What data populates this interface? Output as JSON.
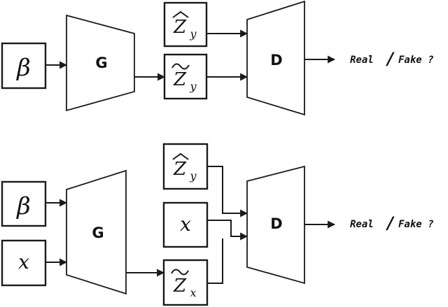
{
  "top": {
    "input_beta": "β",
    "generator": "G",
    "discriminator": "D",
    "z_hat_y": "Z",
    "z_hat_y_sub": "y",
    "z_tilde_y": "Z",
    "z_tilde_y_sub": "y",
    "output_real": "Real",
    "output_slash": "/",
    "output_fake": "Fake ?"
  },
  "bottom": {
    "input_beta": "β",
    "input_x": "x",
    "generator": "G",
    "discriminator": "D",
    "z_hat_y": "Z",
    "z_hat_y_sub": "y",
    "x_cond": "x",
    "z_tilde_x": "Z",
    "z_tilde_x_sub": "x",
    "output_real": "Real",
    "output_slash": "/",
    "output_fake": "Fake ?"
  },
  "icons": {
    "hat_accent": "hat-accent-icon",
    "tilde_accent": "tilde-accent-icon",
    "arrow": "arrow-icon"
  }
}
